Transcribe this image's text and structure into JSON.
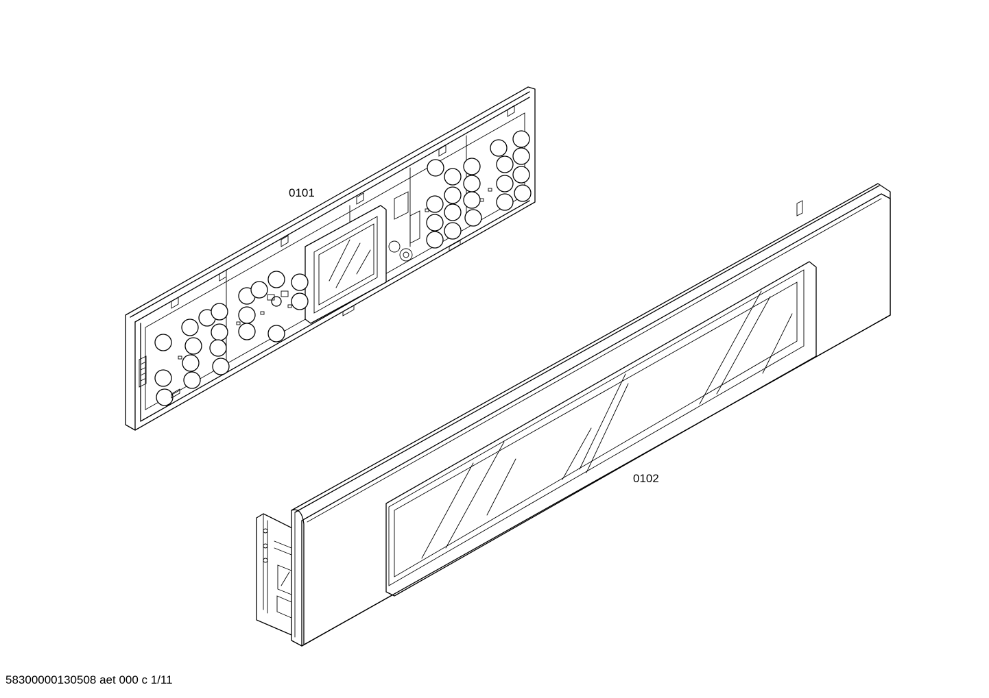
{
  "parts": [
    {
      "id": "0101"
    },
    {
      "id": "0102"
    }
  ],
  "footer": {
    "text": "58300000130508 aet 000 c 1/11"
  }
}
